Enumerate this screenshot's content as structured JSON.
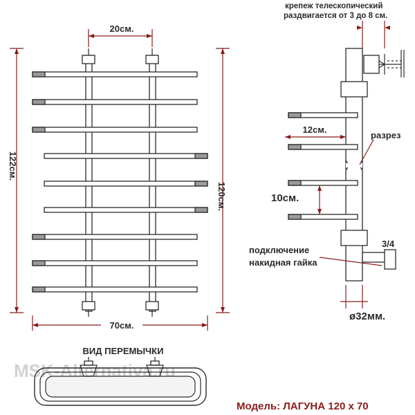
{
  "front_view": {
    "top_width": "20см.",
    "height_left": "122см.",
    "height_right": "120см.",
    "bottom_width": "70см."
  },
  "side_view": {
    "mount_note_line1": "крепеж телескопический",
    "mount_note_line2": "раздвигается от 3 до 8 см.",
    "bar_length": "12см.",
    "cut_label": "разрез",
    "bar_spacing": "10см.",
    "connection_line1": "подключение",
    "connection_line2": "накидная гайка",
    "thread_size": "3/4",
    "pipe_diameter": "ø32мм."
  },
  "bridge": {
    "title": "ВИД ПЕРЕМЫЧКИ"
  },
  "watermark": "MSK-Alternativa.ru",
  "model": "Модель: ЛАГУНА 120 x 70",
  "colors": {
    "annotation": "#8b1a1a",
    "line": "#2a2a2a"
  }
}
